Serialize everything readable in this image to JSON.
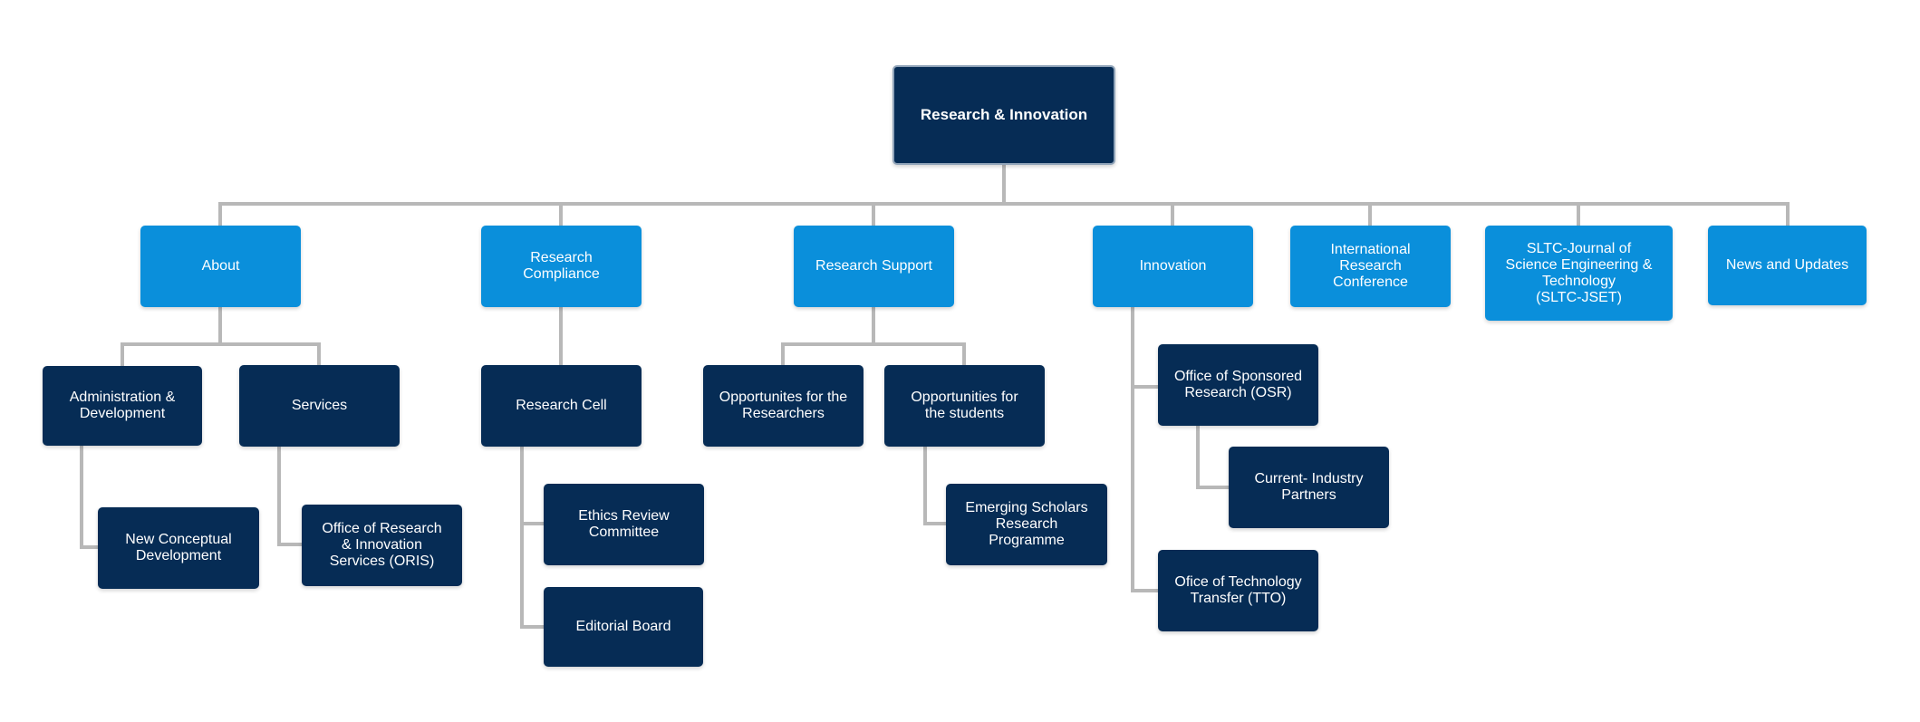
{
  "colors": {
    "dark": "#062c55",
    "light": "#0a8fdb",
    "connector": "#b8b8b8"
  },
  "root": {
    "label": "Research & Innovation"
  },
  "sections": {
    "about": {
      "label": "About",
      "children": {
        "administration": {
          "label": "Administration &\nDevelopment",
          "children": {
            "new_conceptual": {
              "label": "New Conceptual\nDevelopment"
            }
          }
        },
        "services": {
          "label": "Services",
          "children": {
            "oris": {
              "label": "Office of Research\n& Innovation\nServices (ORIS)"
            }
          }
        }
      }
    },
    "research_compliance": {
      "label": "Research\nCompliance",
      "children": {
        "research_cell": {
          "label": "Research Cell",
          "children": {
            "ethics": {
              "label": "Ethics Review\nCommittee"
            },
            "editorial": {
              "label": "Editorial Board"
            }
          }
        }
      }
    },
    "research_support": {
      "label": "Research Support",
      "children": {
        "opp_researchers": {
          "label": "Opportunites for the\nResearchers"
        },
        "opp_students": {
          "label": "Opportunities for\nthe students",
          "children": {
            "emerging": {
              "label": "Emerging Scholars\nResearch\nProgramme"
            }
          }
        }
      }
    },
    "innovation": {
      "label": "Innovation",
      "children": {
        "osr": {
          "label": "Office of Sponsored\nResearch  (OSR)",
          "children": {
            "industry": {
              "label": "Current- Industry\nPartners"
            }
          }
        },
        "tto": {
          "label": "Ofice of Technology\nTransfer (TTO)"
        }
      }
    },
    "conference": {
      "label": "International\nResearch\nConference"
    },
    "journal": {
      "label": "SLTC-Journal of\nScience Engineering &\nTechnology\n(SLTC-JSET)"
    },
    "news": {
      "label": "News and Updates"
    }
  }
}
